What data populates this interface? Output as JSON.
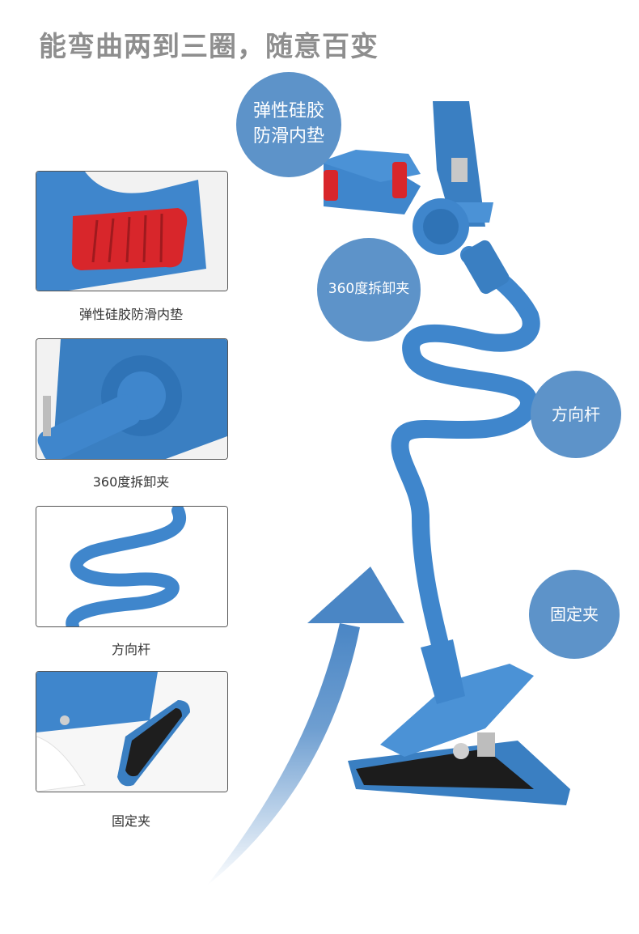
{
  "headline": "能弯曲两到三圈，随意百变",
  "features": [
    {
      "caption": "弹性硅胶防滑内垫"
    },
    {
      "caption": "360度拆卸夹"
    },
    {
      "caption": "方向杆"
    },
    {
      "caption": "固定夹"
    }
  ],
  "bubbles": {
    "pad_line1": "弹性硅胶",
    "pad_line2": "防滑内垫",
    "clip": "360度拆卸夹",
    "rod": "方向杆",
    "clamp": "固定夹"
  },
  "colors": {
    "product_blue": "#3f86cc",
    "bubble_blue": "#5d93c9",
    "pad_red": "#d8262b",
    "headline_gray": "#8e8e8e"
  }
}
